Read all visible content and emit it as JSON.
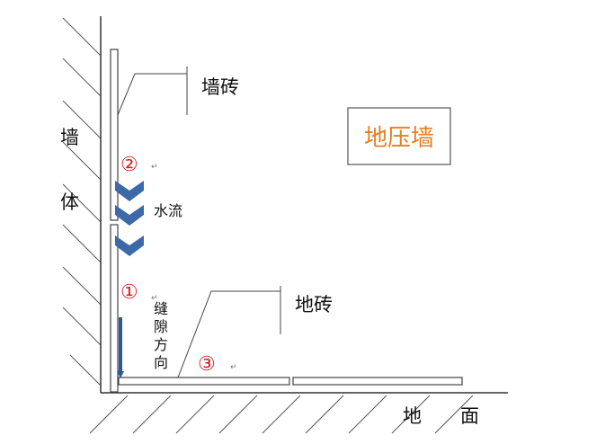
{
  "labels": {
    "wall": [
      "墙",
      "体"
    ],
    "wall_tile": "墙砖",
    "floor_tile": "地砖",
    "water_flow": "水流",
    "gap_direction": [
      "缝",
      "隙",
      "方",
      "向"
    ],
    "ground": [
      "地",
      "面"
    ],
    "title_box": "地压墙"
  },
  "markers": {
    "m1": "①",
    "m2": "②",
    "m3": "③",
    "return_mark": "↵"
  },
  "colors": {
    "title_text": "#e67e22",
    "marker_text": "#d81b1b",
    "chevron": "#3c6aa8",
    "arrow": "#2f5a94",
    "line": "#444444"
  }
}
